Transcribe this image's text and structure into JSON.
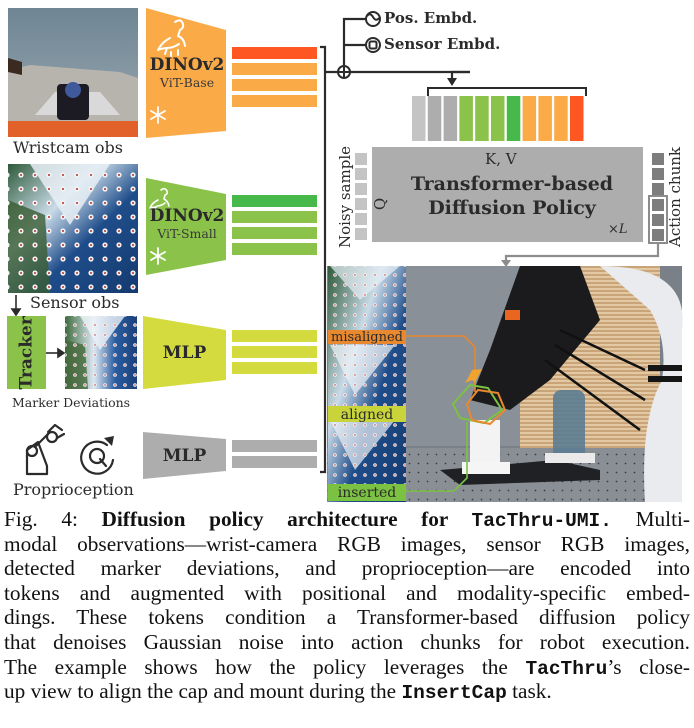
{
  "figure": {
    "inputs": {
      "wristcam": {
        "label": "Wristcam obs"
      },
      "sensor": {
        "label": "Sensor obs"
      },
      "marker": {
        "label": "Marker Deviations",
        "tracker_label": "Tracker"
      },
      "proprio": {
        "label": "Proprioception"
      }
    },
    "encoders": {
      "wristcam": {
        "title": "DINOv2",
        "subtitle": "ViT-Base",
        "frozen_icon": "snowflake-icon",
        "mascot_icon": "dinosaur-icon",
        "color": "#FBAA48",
        "token_colors": [
          "#FF5722",
          "#FBAA48",
          "#FBAA48",
          "#FBAA48"
        ]
      },
      "sensor": {
        "title": "DINOv2",
        "subtitle": "ViT-Small",
        "frozen_icon": "snowflake-icon",
        "mascot_icon": "dinosaur-icon",
        "color": "#8BC34A",
        "token_colors": [
          "#46B94A",
          "#8BC34A",
          "#8BC34A",
          "#8BC34A"
        ]
      },
      "marker": {
        "title": "MLP",
        "color": "#D4DB3F",
        "token_colors": [
          "#D4DB3F",
          "#D4DB3F",
          "#D4DB3F"
        ]
      },
      "proprio": {
        "title": "MLP",
        "color": "#ADADAD",
        "token_colors": [
          "#ADADAD",
          "#ADADAD"
        ]
      }
    },
    "embeddings": [
      {
        "label": "Pos. Embd.",
        "icon": "sine-circle-icon"
      },
      {
        "label": "Sensor Embd.",
        "icon": "square-circle-icon"
      }
    ],
    "sum_icon": "circled-plus-icon",
    "token_sequence_colors": [
      "#C4C4C4",
      "#ADADAD",
      "#ADADAD",
      "#8BC34A",
      "#8BC34A",
      "#8BC34A",
      "#46B94A",
      "#FBAA48",
      "#FBAA48",
      "#FBAA48",
      "#FF5722"
    ],
    "policy": {
      "title_line1": "Transformer-based",
      "title_line2": "Diffusion Policy",
      "kv_label": "K, V",
      "q_label": "Q",
      "layers_label": "×L",
      "noisy_label": "Noisy sample",
      "action_label": "Action chunk",
      "color": "#ADADAD"
    },
    "sensor_states": [
      {
        "label": "misaligned",
        "color": "#E8882F"
      },
      {
        "label": "aligned",
        "color": "#C9D43A"
      },
      {
        "label": "inserted",
        "color": "#7CC242"
      }
    ]
  },
  "caption": {
    "prefix": "Fig. 4: ",
    "bold_title": "Diffusion policy architecture for ",
    "bold_code": "TacThru-UMI.",
    "lines": [
      " Multi-",
      "modal observations—wrist-camera RGB images, sensor RGB images,",
      "detected marker deviations, and proprioception—are encoded into",
      "tokens and augmented with positional and modality-specific embed-",
      "dings. These tokens condition a Transformer-based diffusion policy",
      "that denoises Gaussian noise into action chunks for robot execution.",
      "The example shows how the policy leverages the ",
      "’s close-",
      "up view to align the cap and mount during the ",
      " task."
    ],
    "code_tacthru": "TacThru",
    "code_insertcap": "InsertCap"
  }
}
